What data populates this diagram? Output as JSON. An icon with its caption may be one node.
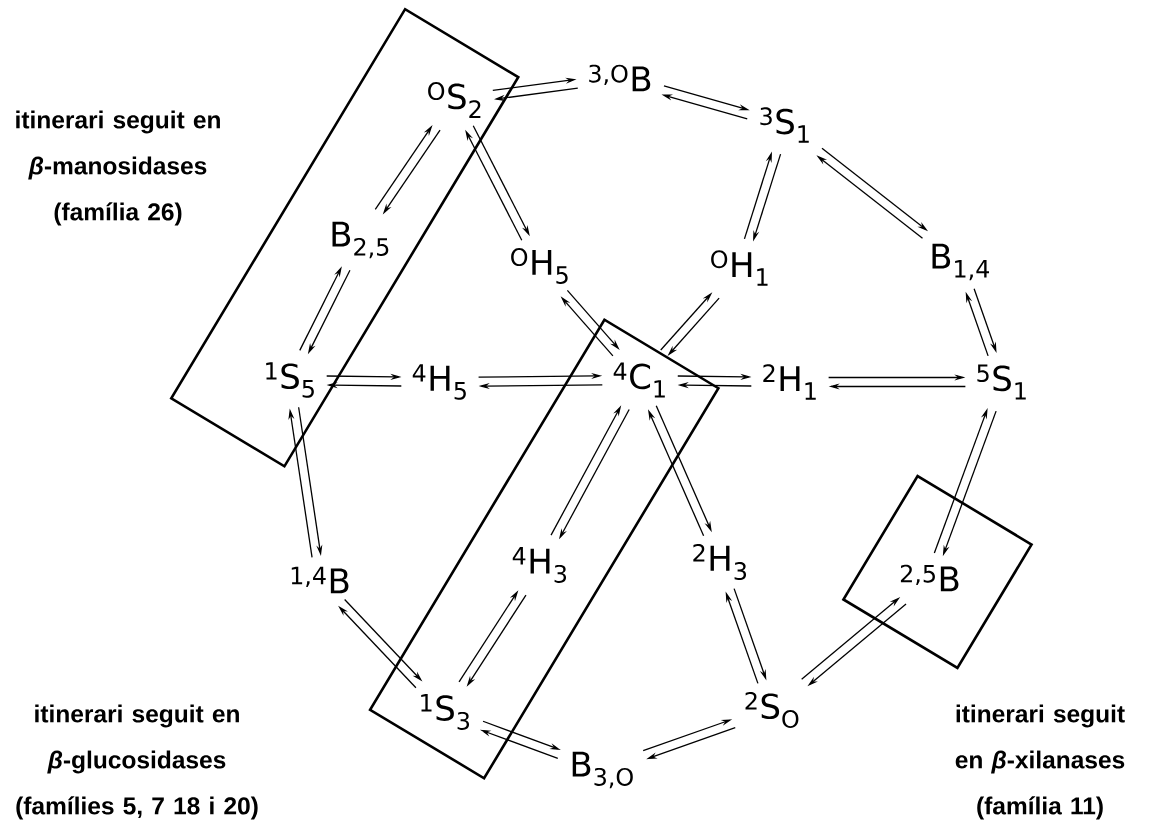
{
  "diagram": {
    "nodes": [
      {
        "text": [],
        "shape": "box"
      },
      {
        "text": [
          "$^{3,O}$B"
        ]
      },
      {
        "text": [
          "$^{O}$S$_{2}$"
        ],
        "in": 0
      },
      {
        "text": [
          "$^{3}$S$_{1}$"
        ]
      },
      {
        "text": [
          "B$_{2,5}$"
        ],
        "in": 0
      },
      {
        "text": [
          "$^{O}$H$_{5}$"
        ]
      },
      {
        "text": [
          "$^{O}$H$_{1}$"
        ]
      },
      {
        "text": [
          "B$_{1,4}$"
        ]
      },
      {
        "text": [
          "$^{1}$S$_{5}$"
        ],
        "in": 0
      },
      {
        "text": [
          "$^{4}$H$_{5}$"
        ]
      },
      {
        "text": [],
        "shape": "box"
      },
      {
        "text": [
          "$^{4}$C$_{1}$"
        ],
        "in": 10
      },
      {
        "text": [
          "$^{2}$H$_{1}$"
        ]
      },
      {
        "text": [
          "$^{5}$S$_{1}$"
        ]
      },
      {
        "text": [
          "$^{1,4}$B"
        ]
      },
      {
        "text": [
          "$^{4}$H$_{3}$"
        ],
        "in": 10
      },
      {
        "text": [
          "$^{2}$H$_{3}$"
        ]
      },
      {
        "text": [],
        "shape": "box"
      },
      {
        "text": [
          "$^{2,5}$B"
        ],
        "in": 17
      },
      {
        "text": [
          "$^{1}$S$_{3}$"
        ],
        "in": 10
      },
      {
        "text": [
          "$^{2}$S$_{O}$"
        ]
      },
      {
        "text": [
          "B$_{3,O}$"
        ]
      }
    ],
    "edges": [
      {
        "from": 1,
        "to": 2,
        "arrow": "to"
      },
      {
        "from": 2,
        "to": 1,
        "arrow": "to"
      },
      {
        "from": 1,
        "to": 3,
        "arrow": "to"
      },
      {
        "from": 3,
        "to": 1,
        "arrow": "to"
      },
      {
        "from": 3,
        "to": 7,
        "arrow": "to"
      },
      {
        "from": 7,
        "to": 3,
        "arrow": "to"
      },
      {
        "from": 3,
        "to": 6,
        "arrow": "to"
      },
      {
        "from": 6,
        "to": 3,
        "arrow": "to"
      },
      {
        "from": 2,
        "to": 4,
        "arrow": "to"
      },
      {
        "from": 4,
        "to": 2,
        "arrow": "to"
      },
      {
        "from": 2,
        "to": 5,
        "arrow": "to"
      },
      {
        "from": 5,
        "to": 2,
        "arrow": "to"
      },
      {
        "from": 4,
        "to": 8,
        "arrow": "to"
      },
      {
        "from": 8,
        "to": 4,
        "arrow": "to"
      },
      {
        "from": 7,
        "to": 13,
        "arrow": "to"
      },
      {
        "from": 13,
        "to": 7,
        "arrow": "to"
      },
      {
        "from": 8,
        "to": 9,
        "arrow": "to"
      },
      {
        "from": 9,
        "to": 8,
        "arrow": "to"
      },
      {
        "from": 9,
        "to": 11,
        "arrow": "to"
      },
      {
        "from": 11,
        "to": 9,
        "arrow": "to"
      },
      {
        "from": 5,
        "to": 11,
        "arrow": "to"
      },
      {
        "from": 11,
        "to": 5,
        "arrow": "to"
      },
      {
        "from": 6,
        "to": 11,
        "arrow": "to"
      },
      {
        "from": 11,
        "to": 6,
        "arrow": "to"
      },
      {
        "from": 11,
        "to": 12,
        "arrow": "to"
      },
      {
        "from": 12,
        "to": 11,
        "arrow": "to"
      },
      {
        "from": 12,
        "to": 13,
        "arrow": "to"
      },
      {
        "from": 13,
        "to": 12,
        "arrow": "to"
      },
      {
        "from": 8,
        "to": 14,
        "arrow": "to"
      },
      {
        "from": 14,
        "to": 8,
        "arrow": "to"
      },
      {
        "from": 13,
        "to": 18,
        "arrow": "to"
      },
      {
        "from": 18,
        "to": 13,
        "arrow": "to"
      },
      {
        "from": 11,
        "to": 15,
        "arrow": "to"
      },
      {
        "from": 15,
        "to": 11,
        "arrow": "to"
      },
      {
        "from": 11,
        "to": 16,
        "arrow": "to"
      },
      {
        "from": 16,
        "to": 11,
        "arrow": "to"
      },
      {
        "from": 14,
        "to": 19,
        "arrow": "to"
      },
      {
        "from": 19,
        "to": 14,
        "arrow": "to"
      },
      {
        "from": 15,
        "to": 19,
        "arrow": "to"
      },
      {
        "from": 19,
        "to": 15,
        "arrow": "to"
      },
      {
        "from": 16,
        "to": 20,
        "arrow": "to"
      },
      {
        "from": 20,
        "to": 16,
        "arrow": "to"
      },
      {
        "from": 18,
        "to": 20,
        "arrow": "to"
      },
      {
        "from": 20,
        "to": 18,
        "arrow": "to"
      },
      {
        "from": 19,
        "to": 21,
        "arrow": "to"
      },
      {
        "from": 21,
        "to": 19,
        "arrow": "to"
      },
      {
        "from": 21,
        "to": 20,
        "arrow": "to"
      },
      {
        "from": 20,
        "to": 21,
        "arrow": "to"
      }
    ],
    "labels": [
      "itinerari seguit en *β*-manosidases (família 26)",
      "itinerari seguit en *β*-glucosidases (famílies 5, 7 18 i 20)",
      "itinerari seguit en *β*-xilanases (família 11)"
    ]
  }
}
